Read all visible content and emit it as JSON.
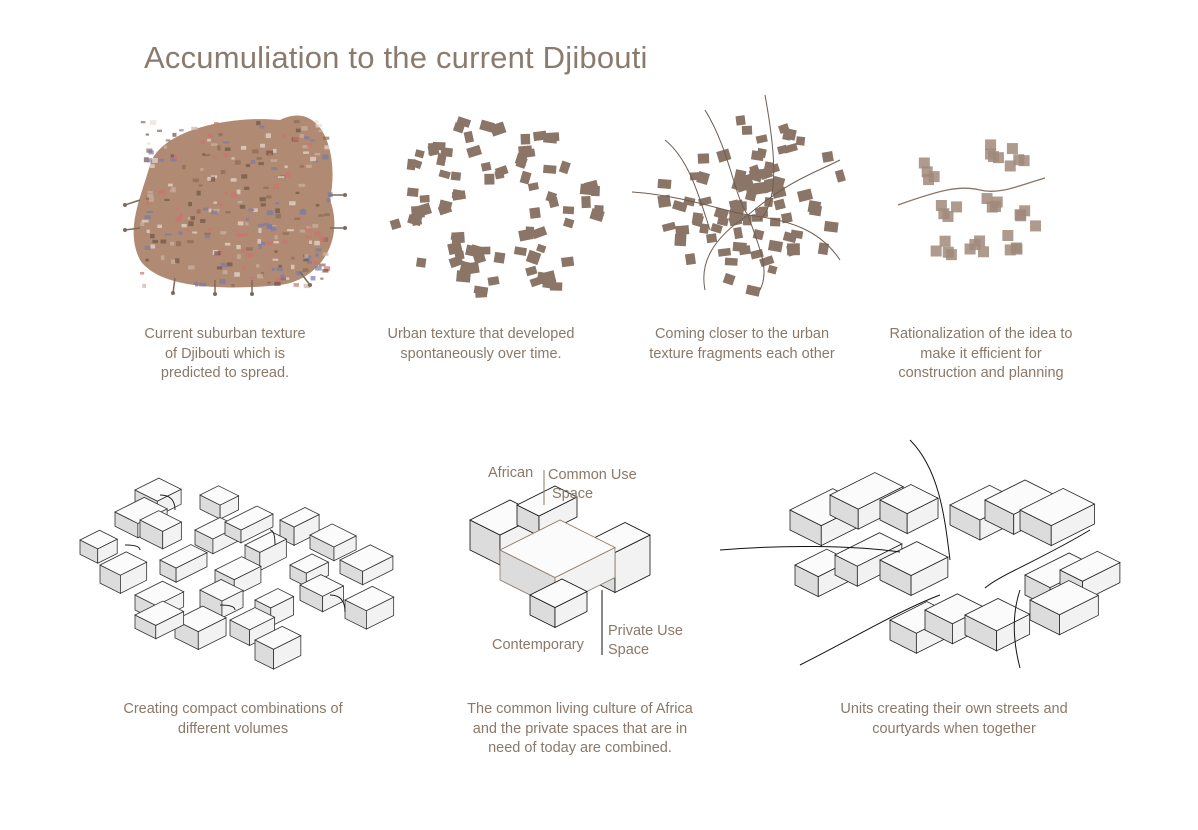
{
  "title": "Accumuliation to the current Djibouti",
  "top_panels": [
    {
      "caption": [
        "Current suburban texture",
        "of Djibouti which is",
        "predicted to spread."
      ]
    },
    {
      "caption": [
        "Urban texture that developed",
        "spontaneously over time."
      ]
    },
    {
      "caption": [
        "Coming closer to the urban",
        "texture fragments each other"
      ]
    },
    {
      "caption": [
        "Rationalization of the idea to",
        "make it efficient for",
        "construction and planning"
      ]
    }
  ],
  "bottom_panels": [
    {
      "caption": [
        "Creating compact combinations of",
        "different volumes"
      ]
    },
    {
      "caption": [
        "The common living culture of Africa",
        "and the private spaces that are in",
        "need of today are combined."
      ],
      "labels": {
        "african": "African",
        "common": "Common Use",
        "common2": "Space",
        "contemporary": "Contemporary",
        "private": "Private Use",
        "private2": "Space"
      }
    },
    {
      "caption": [
        "Units creating their own streets and",
        "courtyards when together"
      ]
    }
  ],
  "colors": {
    "text": "#8b7868",
    "building": "#8a7566",
    "texture": "#b08a72",
    "line": "#1a1a1a"
  }
}
